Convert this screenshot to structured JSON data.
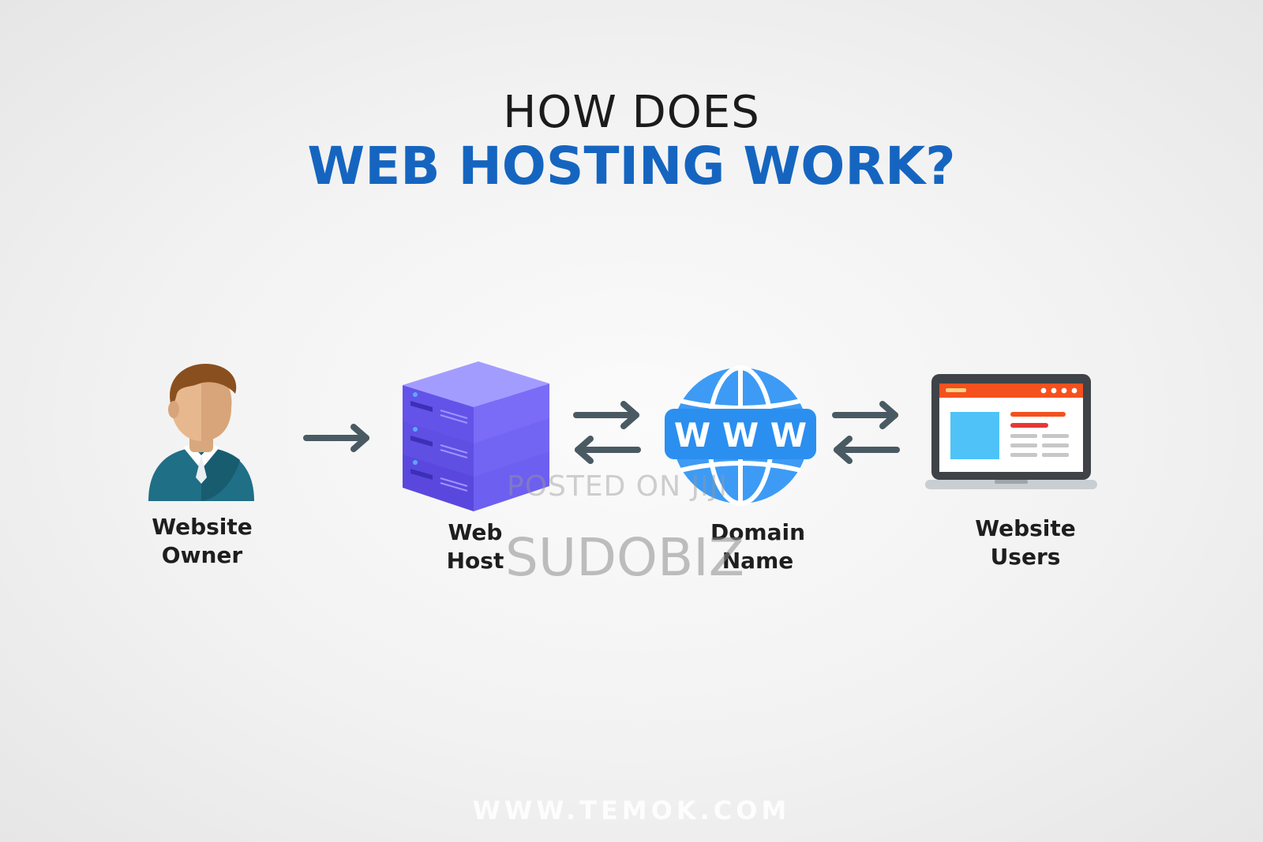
{
  "title": {
    "line1": "HOW DOES",
    "line2": "WEB HOSTING WORK?"
  },
  "nodes": [
    {
      "line1": "Website",
      "line2": "Owner",
      "icon": "person-icon"
    },
    {
      "line1": "Web",
      "line2": "Host",
      "icon": "server-icon"
    },
    {
      "line1": "Domain",
      "line2": "Name",
      "icon": "www-globe-icon"
    },
    {
      "line1": "Website",
      "line2": "Users",
      "icon": "laptop-icon"
    }
  ],
  "flow": [
    {
      "from": "Website Owner",
      "to": "Web Host",
      "direction": "one-way"
    },
    {
      "from": "Web Host",
      "to": "Domain Name",
      "direction": "two-way"
    },
    {
      "from": "Domain Name",
      "to": "Website Users",
      "direction": "two-way"
    }
  ],
  "globe_text": "W W W",
  "watermarks": {
    "line1": "POSTED ON JIJI",
    "line2": "SUDOBIZ"
  },
  "footer": {
    "url": "WWW.TEMOK.COM"
  },
  "colors": {
    "title_dark": "#1b1b1b",
    "title_blue": "#1565c0",
    "arrow": "#4a5a63",
    "server": "#6a5cf0",
    "globe": "#2196f3",
    "laptop_accent": "#f4511e"
  }
}
